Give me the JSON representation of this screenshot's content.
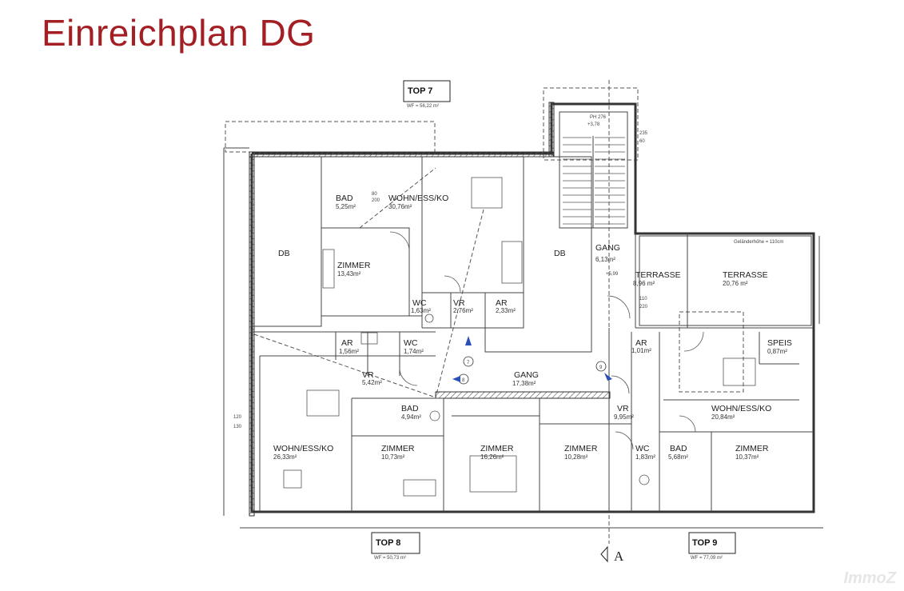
{
  "title": "Einreichplan DG",
  "watermark": "ImmoZ",
  "units": {
    "top7": {
      "label": "TOP 7",
      "wf": "WF = 56,22 m²"
    },
    "top8": {
      "label": "TOP 8",
      "wf": "WF = 50,73 m²"
    },
    "top9": {
      "label": "TOP 9",
      "wf": "WF = 77,09 m²"
    }
  },
  "rooms": {
    "db_left": {
      "name": "DB",
      "area": ""
    },
    "db_mid": {
      "name": "DB",
      "area": ""
    },
    "bad_top7": {
      "name": "BAD",
      "area": "5,25m²"
    },
    "wohn_top7": {
      "name": "WOHN/ESS/KO",
      "area": "30,76m²"
    },
    "zimmer_top7": {
      "name": "ZIMMER",
      "area": "13,43m²"
    },
    "wc_top7": {
      "name": "WC",
      "area": "1,63m²"
    },
    "vr_top7": {
      "name": "VR",
      "area": "2,76m²"
    },
    "ar_top7": {
      "name": "AR",
      "area": "2,33m²"
    },
    "gang_top": {
      "name": "GANG",
      "area": "6,13m²"
    },
    "terrasse_small": {
      "name": "TERRASSE",
      "area": "8,96 m²"
    },
    "terrasse_big": {
      "name": "TERRASSE",
      "area": "20,76 m²"
    },
    "ar_top8": {
      "name": "AR",
      "area": "1,56m²"
    },
    "wc_top8": {
      "name": "WC",
      "area": "1,74m²"
    },
    "vr_top8": {
      "name": "VR",
      "area": "5,42m²"
    },
    "gang_main": {
      "name": "GANG",
      "area": "17,38m²"
    },
    "bad_top8": {
      "name": "BAD",
      "area": "4,94m²"
    },
    "wohn_top8": {
      "name": "WOHN/ESS/KO",
      "area": "26,33m²"
    },
    "zimmer_top8": {
      "name": "ZIMMER",
      "area": "10,73m²"
    },
    "zimmer_mid": {
      "name": "ZIMMER",
      "area": "16,26m²"
    },
    "zimmer_top9a": {
      "name": "ZIMMER",
      "area": "10,28m²"
    },
    "ar_top9": {
      "name": "AR",
      "area": "1,01m²"
    },
    "vr_top9": {
      "name": "VR",
      "area": "9,95m²"
    },
    "wc_top9": {
      "name": "WC",
      "area": "1,83m²"
    },
    "bad_top9": {
      "name": "BAD",
      "area": "5,68m²"
    },
    "speis_top9": {
      "name": "SPEIS",
      "area": "0,87m²"
    },
    "wohn_top9": {
      "name": "WOHN/ESS/KO",
      "area": "20,84m²"
    },
    "zimmer_top9b": {
      "name": "ZIMMER",
      "area": "10,37m²"
    }
  },
  "annotations": {
    "gelaender": "Geländerhöhe = 110cm",
    "level_gang": "+5,99",
    "level_stair": "+3,78",
    "ph": "PH 276",
    "n235": "235",
    "n60": "60",
    "n110": "110",
    "n220": "220",
    "n120": "120",
    "n130": "130",
    "door_80": "80",
    "door_200": "200",
    "marker7": "7",
    "marker8": "8",
    "marker9": "9",
    "section_a": "A"
  }
}
